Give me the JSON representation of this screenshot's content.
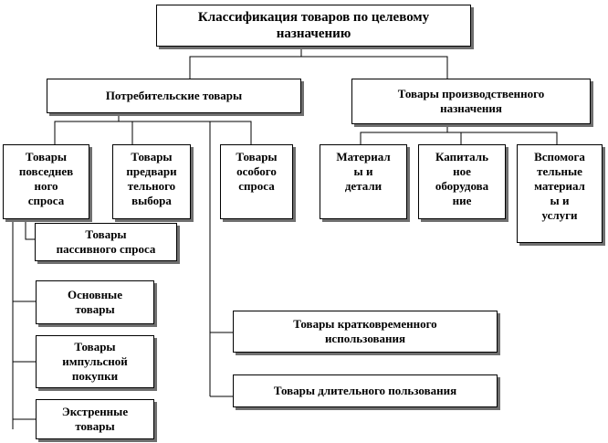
{
  "title": "Классификация товаров по целевому\nназначению",
  "consumer_goods": "Потребительские товары",
  "industrial_goods": "Товары производственного\nназначения",
  "consumer_categories": [
    "Товары\nповседнев\nного\nспроса",
    "Товары\nпредвари\nтельного\nвыбора",
    "Товары\nособого\nспроса"
  ],
  "passive_demand": "Товары\nпассивного спроса",
  "everyday_subtypes": [
    "Основные\nтовары",
    "Товары\nимпульсной\nпокупки",
    "Экстренные\nтовары"
  ],
  "durability": [
    "Товары кратковременного\nиспользования",
    "Товары длительного пользования"
  ],
  "industrial_categories": [
    "Материал\nы и\nдетали",
    "Капиталь\nное\nоборудова\nние",
    "Вспомога\nтельные\nматериал\nы и\nуслуги"
  ],
  "colors": {
    "line": "#000000",
    "shadow": "#6f6f6f",
    "background": "#ffffff"
  }
}
